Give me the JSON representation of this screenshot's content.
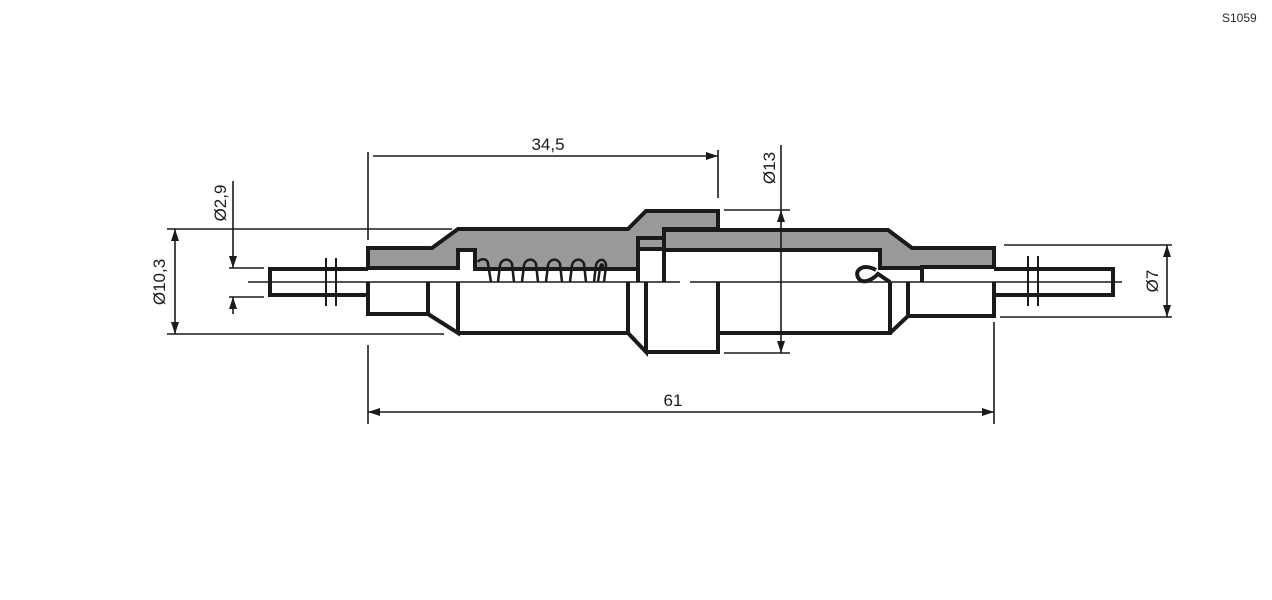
{
  "drawing": {
    "code": "S1059",
    "colors": {
      "line": "#1a1a1a",
      "housing_fill": "#9a9a9a",
      "background": "#ffffff"
    },
    "dimensions": {
      "total_length": "61",
      "partial_length": "34,5",
      "pin_diameter": "Ø2,9",
      "left_body_diameter": "Ø10,3",
      "max_diameter": "Ø13",
      "right_body_diameter": "Ø7"
    }
  }
}
